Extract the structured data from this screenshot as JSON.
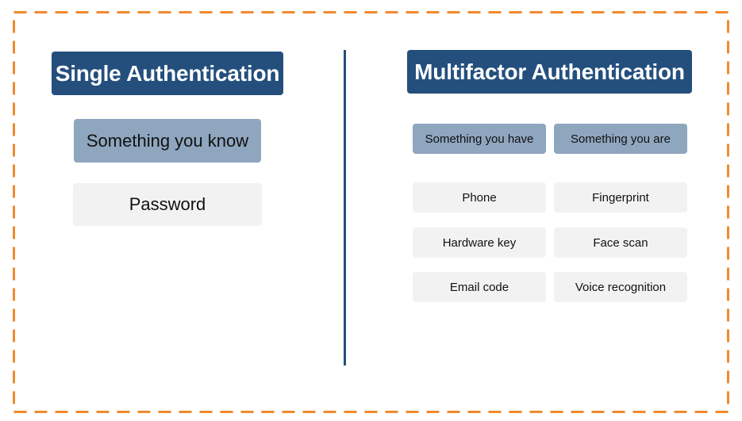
{
  "colors": {
    "frame_dash": "#f08a2e",
    "title_bg": "#244f7d",
    "category_bg": "#8fa6bf",
    "item_bg": "#f2f2f2",
    "divider": "#244f7d"
  },
  "single": {
    "title": "Single Authentication",
    "category": "Something you know",
    "items": [
      "Password"
    ]
  },
  "multi": {
    "title": "Multifactor Authentication",
    "categories": [
      "Something you have",
      "Something you are"
    ],
    "have_items": [
      "Phone",
      "Hardware key",
      "Email code"
    ],
    "are_items": [
      "Fingerprint",
      "Face scan",
      "Voice recognition"
    ]
  }
}
